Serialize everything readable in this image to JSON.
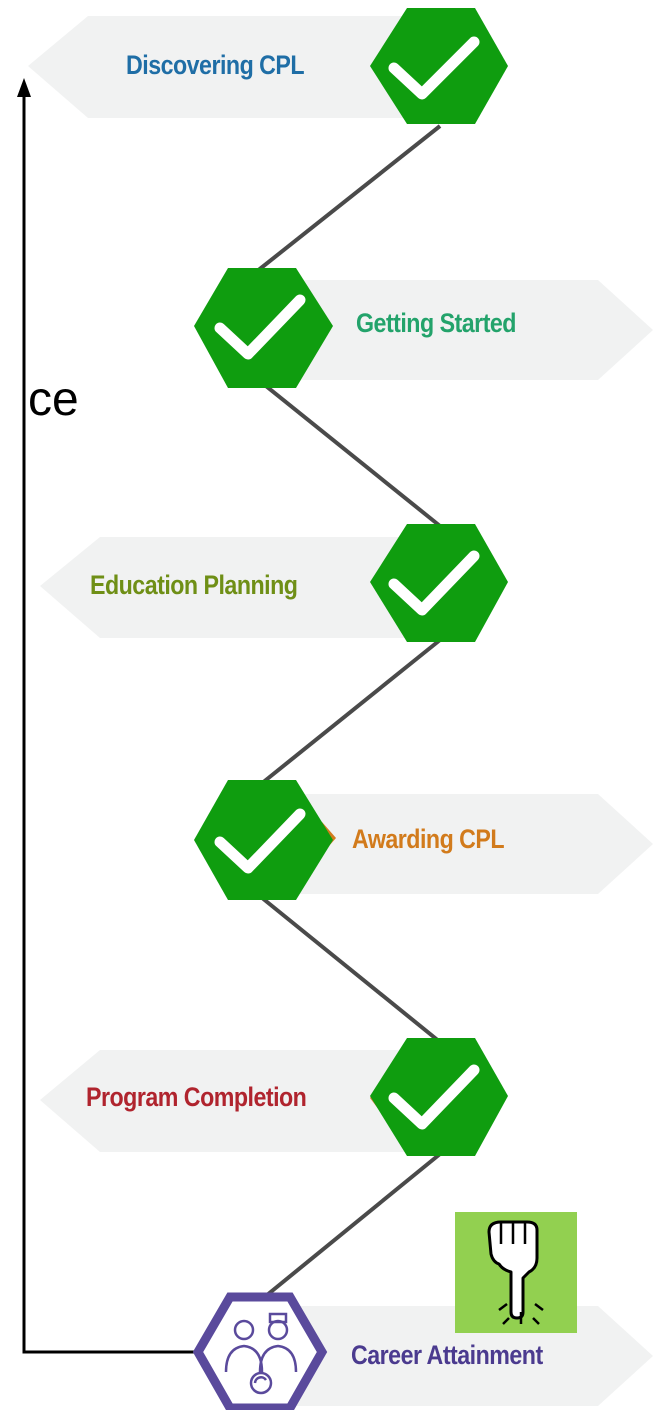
{
  "steps": [
    {
      "label": "Discovering CPL",
      "color": "#1f6ea6",
      "status": "complete"
    },
    {
      "label": "Getting Started",
      "color": "#23a36b",
      "status": "complete"
    },
    {
      "label": "Education Planning",
      "color": "#6f8f16",
      "status": "complete"
    },
    {
      "label": "Awarding CPL",
      "color": "#d27b1c",
      "status": "complete"
    },
    {
      "label": "Program Completion",
      "color": "#b0242e",
      "status": "complete"
    },
    {
      "label": "Career Attainment",
      "color": "#4b3b8f",
      "status": "current"
    }
  ],
  "fragment_text": "ce",
  "colors": {
    "banner": "#f1f2f2",
    "check_badge": "#0f9d0f",
    "connector": "#4a4a4a",
    "career_badge": "#5a4a9c",
    "pointer_bg": "#92d050"
  },
  "icons": {
    "complete": "checkmark-icon",
    "career": "professionals-icon",
    "pointer": "hand-pointer-icon"
  }
}
